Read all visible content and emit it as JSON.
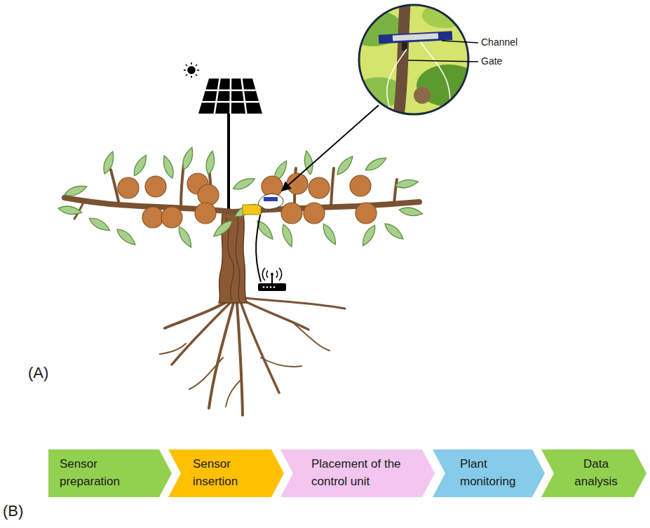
{
  "diagram": {
    "nodes": [
      {
        "text": [
          "Sensor preparation"
        ]
      },
      {
        "text": [
          "Sensor insertion"
        ]
      },
      {
        "text": [
          "Placement of the control unit"
        ]
      },
      {
        "text": [
          "Plant monitoring"
        ]
      },
      {
        "text": [
          "Data analysis"
        ]
      }
    ],
    "labels": [
      "Channel",
      "Gate",
      "(A)",
      "(B)"
    ]
  }
}
